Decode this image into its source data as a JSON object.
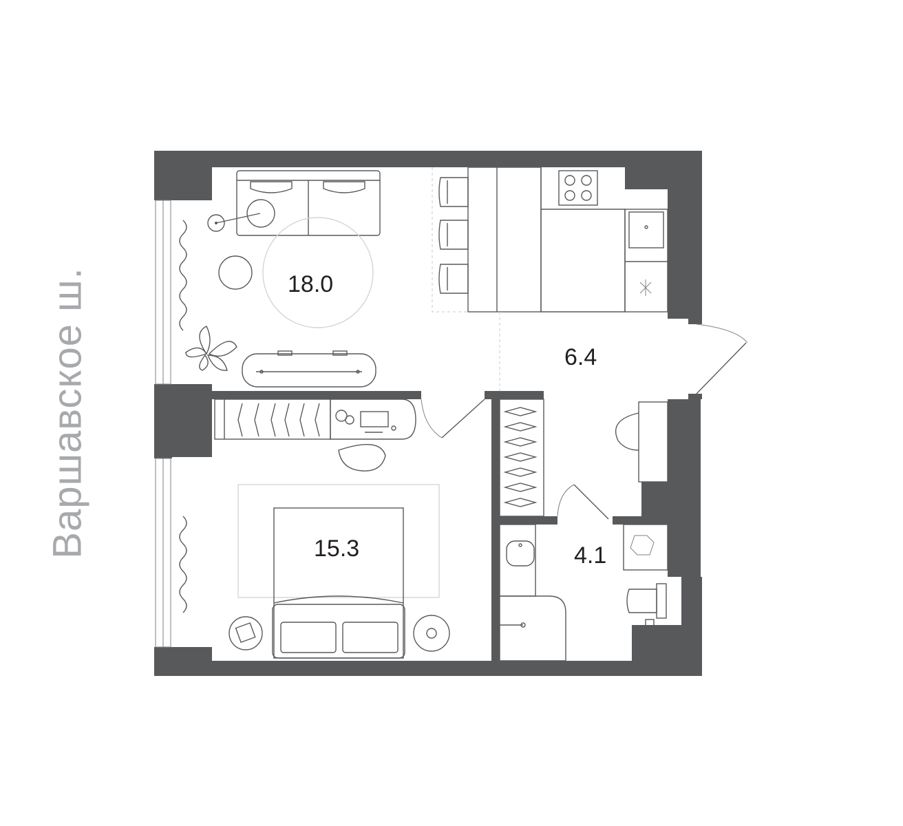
{
  "street": "Варшавское ш.",
  "rooms": {
    "living_kitchen": "18.0",
    "hall": "6.4",
    "bedroom": "15.3",
    "bathroom": "4.1"
  },
  "colors": {
    "wall": "#58595b",
    "line": "#58595b",
    "rug": "#d4d5d6",
    "label": "#231f20",
    "street": "#a7a9ac"
  }
}
